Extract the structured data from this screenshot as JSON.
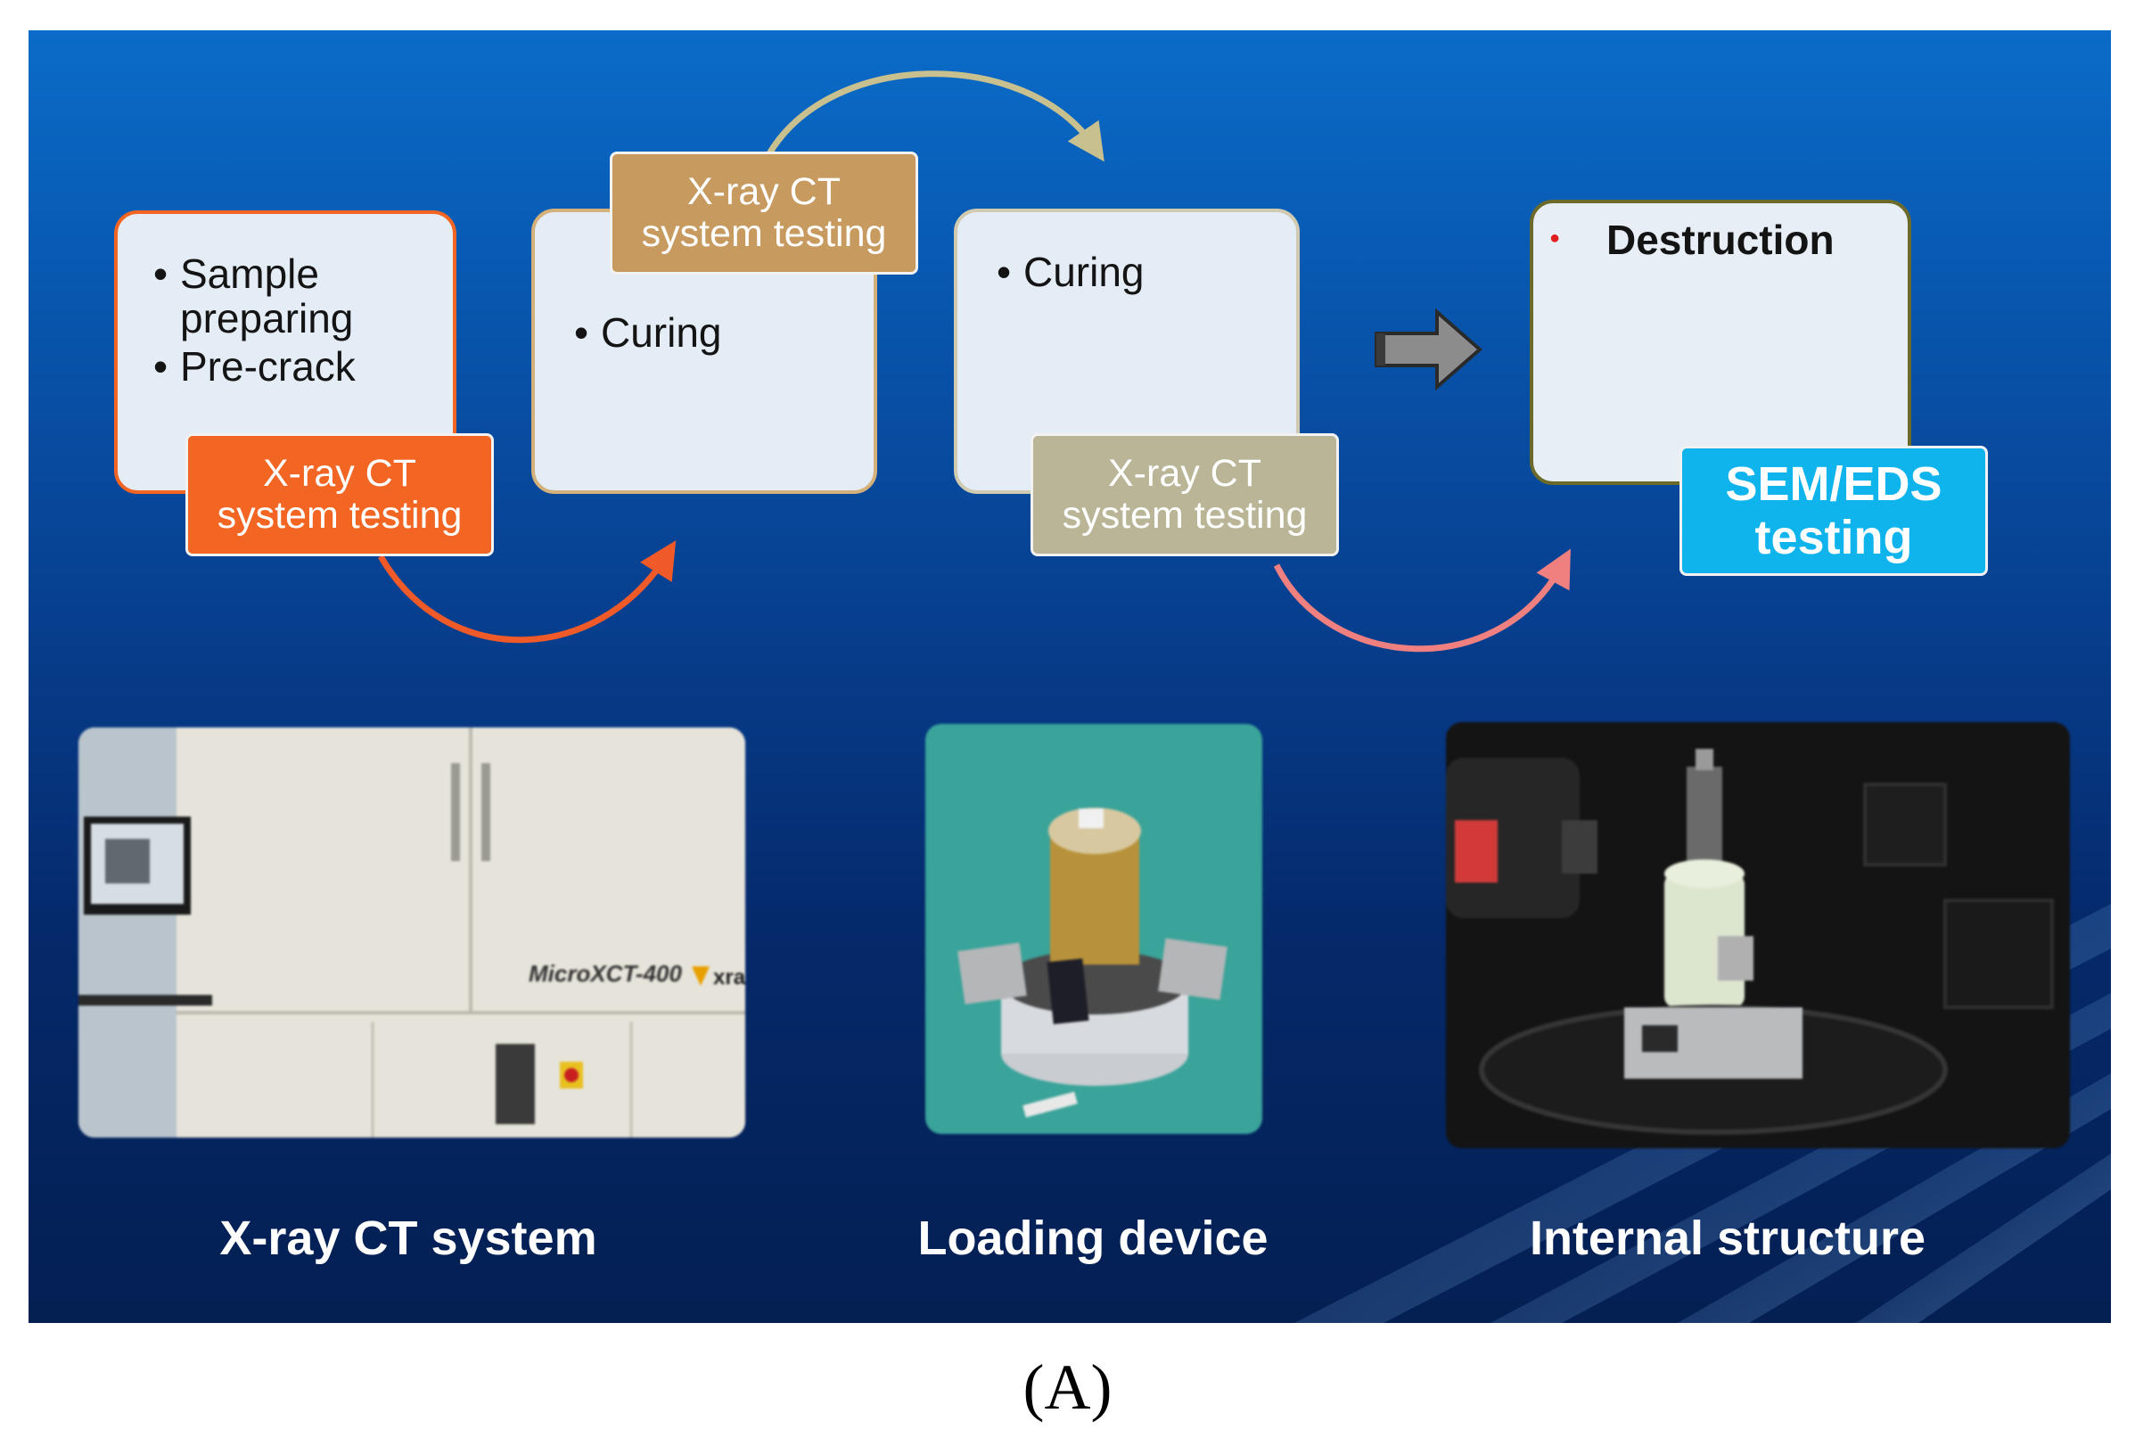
{
  "steps": [
    {
      "bullets": [
        "Sample preparing",
        "Pre-crack"
      ],
      "tag": [
        "X-ray CT",
        "system testing"
      ]
    },
    {
      "bullets": [
        "Curing"
      ],
      "tag": [
        "X-ray CT",
        "system testing"
      ]
    },
    {
      "bullets": [
        "Curing"
      ],
      "tag": [
        "X-ray CT",
        "system testing"
      ]
    },
    {
      "bullets": [
        "Destruction"
      ],
      "tag": [
        "SEM/EDS",
        "testing"
      ]
    }
  ],
  "photos": [
    {
      "caption": "X-ray CT system",
      "machine_label": "MicroXCT-400",
      "brand": "xrad"
    },
    {
      "caption": "Loading device"
    },
    {
      "caption": "Internal structure"
    }
  ],
  "figure_label": "(A)",
  "colors": {
    "tag1": "#f26522",
    "tag2": "#c79a5f",
    "tag3": "#b9b596",
    "tag4": "#10b4ec",
    "arrow1": "#f05a28",
    "arrow2": "#c9c08f",
    "arrow3": "#f08080"
  }
}
